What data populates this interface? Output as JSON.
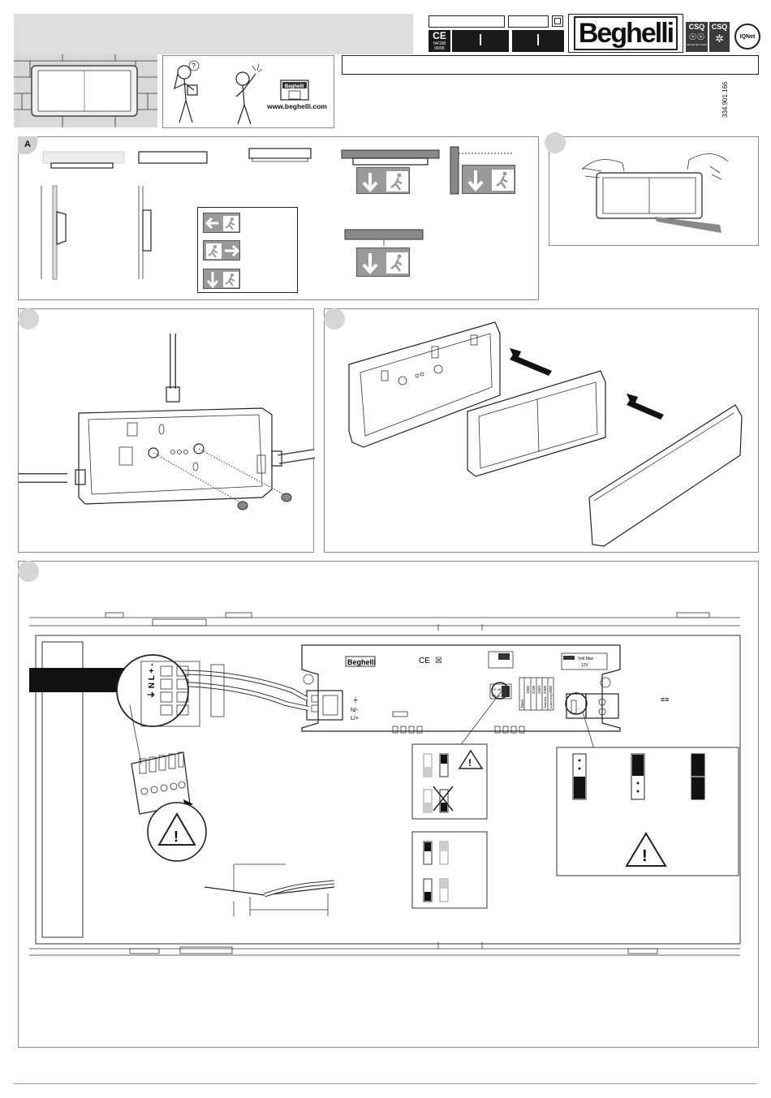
{
  "header": {
    "brand": "Beghelli",
    "ce_mark": "CE",
    "ce_directives_1": "04/108",
    "ce_directives_2": "06/95",
    "code_bar_1": "I",
    "code_bar_2": "I",
    "cert_1": "CSQ",
    "cert_1_sub": "UNI EN ISO 14001",
    "cert_2": "CSQ",
    "cert_3": "IQNet",
    "website": "www.beghelli.com",
    "side_code": "334.901.166"
  },
  "section_a": {
    "label": "A"
  },
  "wiring": {
    "module_brand": "Beghelli",
    "module_ce": "CE",
    "volt_max": "Volt Max",
    "volt_value": "12V",
    "ps_label_1": "PS off",
    "ps_label_2": "PS on",
    "terminal_ground": "⏚",
    "terminal_n": "N/-",
    "terminal_l": "L/+",
    "block_labels": [
      "⏚",
      "N",
      "L",
      "+",
      "-"
    ],
    "table_cols": [
      "1800",
      "2100",
      "1920",
      "2400",
      "1800"
    ],
    "table_head": "Timer",
    "table_head_2": "Standby",
    "table_head_3": "Autonomy"
  },
  "colors": {
    "panel_border": "#8a8a8a",
    "tag_gray": "#d6d6d6",
    "sign_gray": "#9a9a9a",
    "cert_bg": "#3a3a3a"
  },
  "icons": [
    "warning-triangle-icon",
    "exit-arrow-icon",
    "running-man-icon",
    "ce-mark-icon",
    "weee-bin-icon"
  ]
}
